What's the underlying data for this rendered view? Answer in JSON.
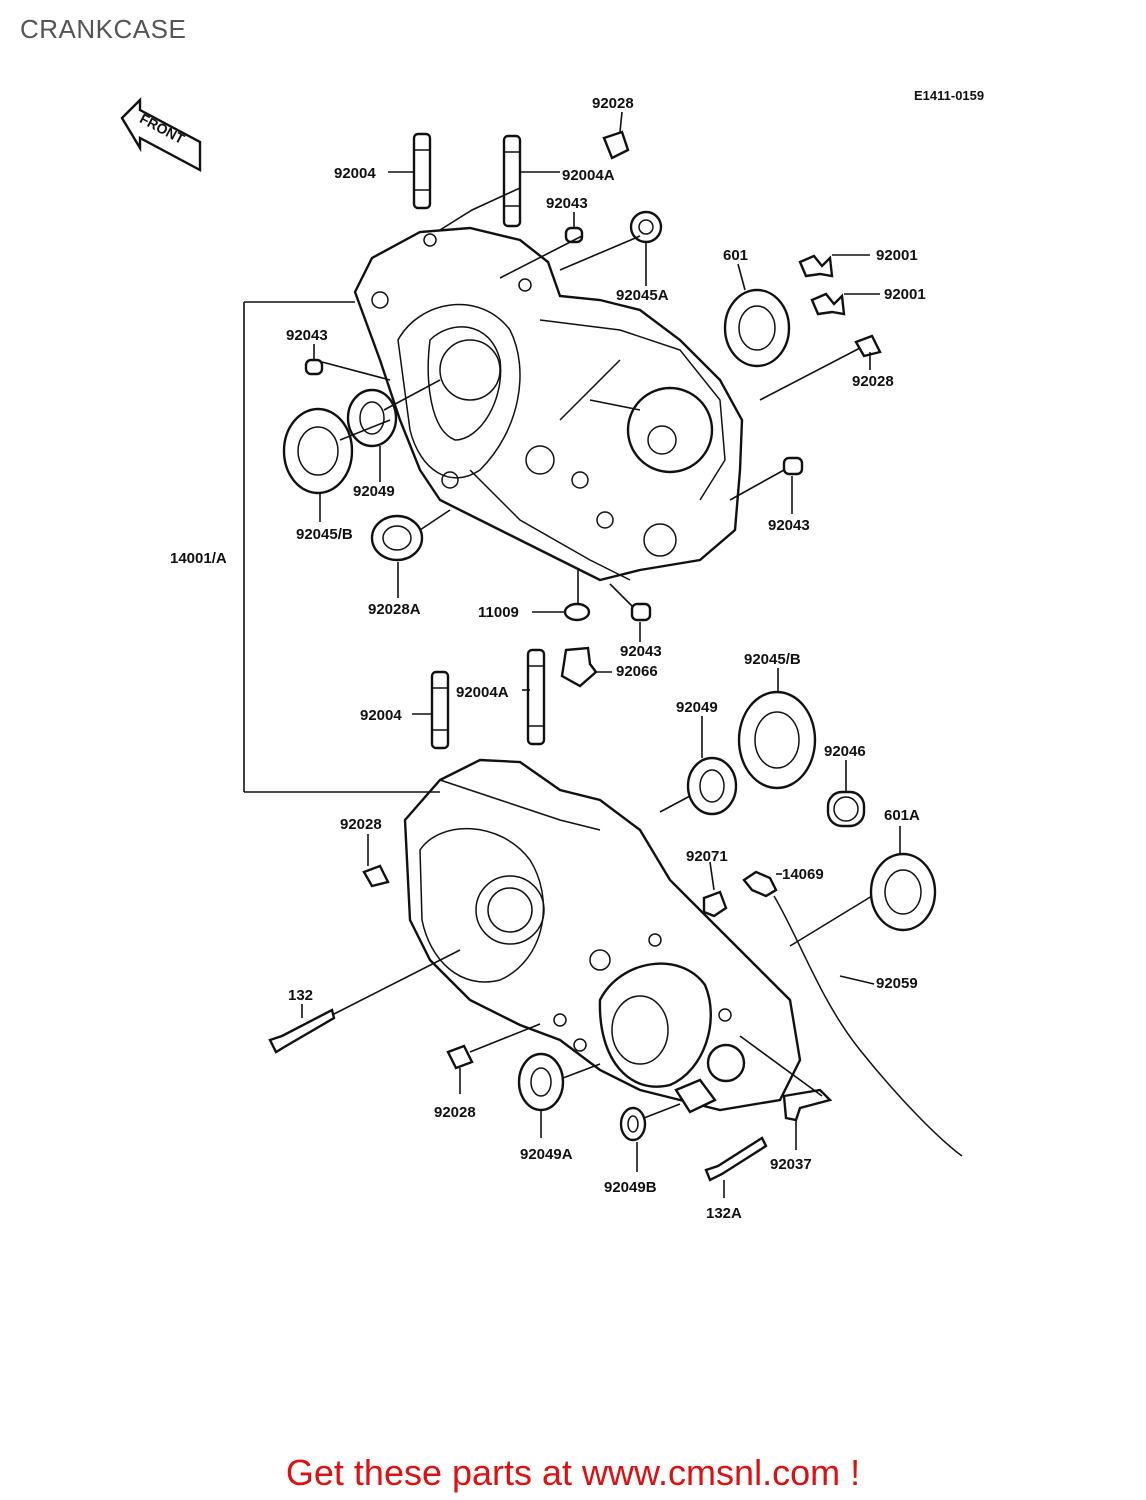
{
  "page": {
    "title": "CRANKCASE",
    "diagram_code": "E1411-0159",
    "promo": "Get these parts at www.cmsnl.com !",
    "front_label": "FRONT"
  },
  "labels": {
    "l1": "92028",
    "l2": "92004",
    "l3": "92004A",
    "l4": "92043",
    "l5": "92045A",
    "l6": "601",
    "l7": "92001",
    "l8": "92001",
    "l9": "92028",
    "l10": "92043",
    "l11": "92049",
    "l12": "92045/B",
    "l13": "14001/A",
    "l14": "92043",
    "l15": "92028A",
    "l16": "11009",
    "l17": "92043",
    "l18": "92066",
    "l19": "92004A",
    "l20": "92004",
    "l21": "92045/B",
    "l22": "92049",
    "l23": "92046",
    "l24": "601A",
    "l25": "92028",
    "l26": "92071",
    "l27": "14069",
    "l28": "92059",
    "l29": "132",
    "l30": "92028",
    "l31": "92049A",
    "l32": "92049B",
    "l33": "92037",
    "l34": "132A"
  }
}
